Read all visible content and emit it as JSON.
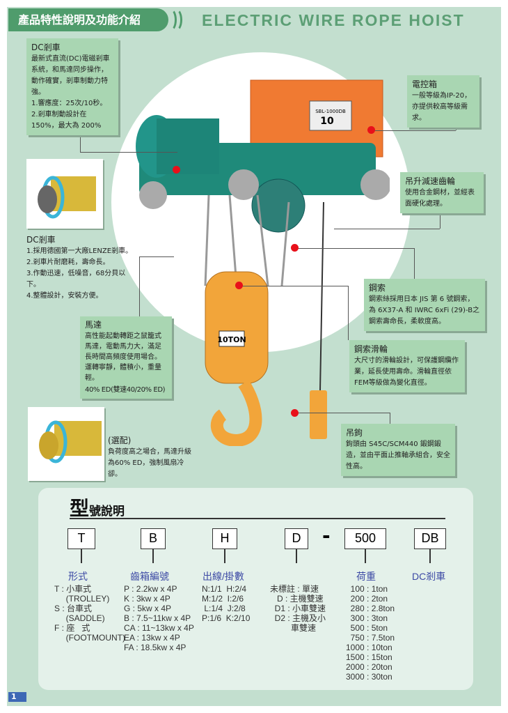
{
  "header": {
    "section": "產品特性說明及功能介紹",
    "title": "ELECTRIC WIRE ROPE HOIST"
  },
  "callouts": {
    "dc_brake_top": {
      "title": "DC剎車",
      "lines": [
        "最新式直流(DC)電磁剎車系統，和馬達同步操作，動作確實，剎車制動力特強。",
        "1.響應度：25次/10秒。",
        "2.剎車制動設計在150%，最大為 200%"
      ]
    },
    "control_box": {
      "title": "電控箱",
      "text": "一般等級為IP-20，亦提供較高等級需求。"
    },
    "gear": {
      "title": "吊升減速齒輪",
      "text": "使用合金鋼材，並經表面硬化處理。"
    },
    "dc_brake": {
      "title": "DC剎車",
      "lines": [
        "1.採用德國第一大廠LENZE剎車。",
        "2.剎車片耐磨耗，壽命長。",
        "3.作動迅速，低噪音，68分貝以下。",
        "4.整體設計，安裝方便。"
      ]
    },
    "motor": {
      "title": "馬達",
      "text": "高性能起動轉距之鼠籠式馬達，電動馬力大，滿足長時間高頻度使用場合。運轉寧靜，體積小，重量輕。",
      "ed": "40% ED(雙速40/20% ED)"
    },
    "option": {
      "title": "(選配)",
      "text": "負荷度高之場合，馬達升級為60% ED，強制風扇冷卻。"
    },
    "rope": {
      "title": "鋼索",
      "text": "鋼索絲採用日本 JIS 第 6 號鋼索，為 6X37-A 和 IWRC 6xFi (29)-B之鋼索壽命長，柔軟度高。"
    },
    "sheave": {
      "title": "鋼索滑輪",
      "text": "大尺寸的滑輪設計，可保護鋼纜作業，延長使用壽命。滑輪直徑依FEM等級做為變化直徑。"
    },
    "hook": {
      "title": "吊鉤",
      "text": "鉤頭由 S45C/SCM440 鍛鋼鍛造，並由平面止推軸承組合，安全性高。"
    }
  },
  "product": {
    "capacity_label": "10TON",
    "plate_model": "SBL-1000DB",
    "plate_ton": "10"
  },
  "model": {
    "title_big": "型",
    "title_rest": "號說明",
    "codes": [
      "T",
      "B",
      "H",
      "D",
      "-",
      "500",
      "DB"
    ],
    "categories": [
      "形式",
      "齒箱編號",
      "出線/掛數",
      "荷重",
      "DC剎車"
    ],
    "type_list": "T : 小車式\n     (TROLLEY)\nS : 台車式\n     (SADDLE)\nF : 座   式\n     (FOOTMOUNT)",
    "gear_list": "P : 2.2kw x 4P\nK : 3kw x 4P\nG : 5kw x 4P\nB : 7.5~11kw x 4P\nCA : 11~13kw x 4P\nEA : 13kw x 4P\nFA : 18.5kw x 4P",
    "reeving_list": "N:1/1  H:2/4\nM:1/2  I:2/6\n L:1/4  J:2/8\nP:1/6  K:2/10",
    "speed_list": "未標註 : 單速\n   D : 主機雙速\n  D1 : 小車雙速\n  D2 : 主機及小\n         車雙速",
    "load_list": "  100 : 1ton\n  200 : 2ton\n  280 : 2.8ton\n  300 : 3ton\n  500 : 5ton\n  750 : 7.5ton\n1000 : 10ton\n1500 : 15ton\n2000 : 20ton\n3000 : 30ton"
  },
  "page_number": "1"
}
